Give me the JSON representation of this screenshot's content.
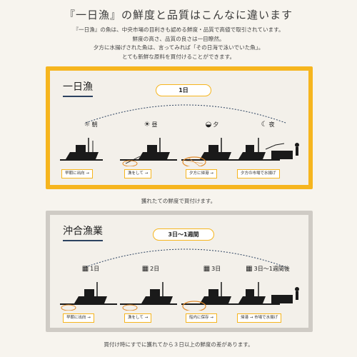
{
  "headline": "『一日漁』の鮮度と品質はこんなに違います",
  "intro": [
    "『一日漁』の魚は、中央市場の目利きも認める鮮度・品質で高値で取引されています。",
    "鮮度の高さ、品質の良さは一目瞭然。",
    "夕方に水揚げされた魚は、言ってみれば「その日海で泳いでいた魚」。",
    "とても新鮮な原料を買付けることができます。"
  ],
  "panel1": {
    "title": "一日漁",
    "duration": "1日",
    "stages": [
      {
        "icon": "sunrise-icon",
        "glyph": "☼",
        "label": "朝",
        "tag": "早朝に出向 →"
      },
      {
        "icon": "sun-icon",
        "glyph": "☀",
        "label": "昼",
        "tag": "漁をして →"
      },
      {
        "icon": "sunset-icon",
        "glyph": "◒",
        "label": "夕",
        "tag": "夕方に帰港 →"
      },
      {
        "icon": "moon-icon",
        "glyph": "☾",
        "label": "夜",
        "tag": "夕方の市場で水揚げ"
      }
    ],
    "caption": "獲れたての鮮度で買付けます。"
  },
  "panel2": {
    "title": "沖合漁業",
    "duration": "3日〜1週間",
    "stages": [
      {
        "icon": "calendar-icon",
        "glyph": "▦",
        "label": "1日",
        "tag": "早朝に出向 →"
      },
      {
        "icon": "calendar-icon",
        "glyph": "▦",
        "label": "2日",
        "tag": "漁をして →"
      },
      {
        "icon": "calendar-icon",
        "glyph": "▦",
        "label": "3日",
        "tag": "船内に保存 →"
      },
      {
        "icon": "calendar-icon",
        "glyph": "▦",
        "label": "3日〜1週間後",
        "tag": "帰港 → 市場で水揚げ"
      }
    ],
    "caption": "買付け時にすでに獲れてから３日以上の鮮度の差があります。"
  },
  "colors": {
    "accent": "#f6b51e",
    "grey_frame": "#cfcbc5",
    "navy": "#2c4260",
    "net": "#e08b2c"
  }
}
